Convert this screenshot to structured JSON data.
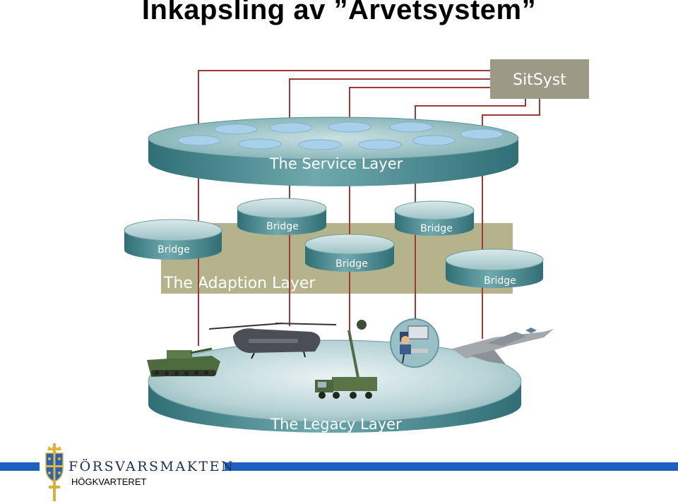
{
  "title": "Inkapsling av ”Arvetsystem”",
  "diagram": {
    "sitsyst_label": "SitSyst",
    "service_layer_label": "The Service Layer",
    "adaption_layer_label": "The Adaption Layer",
    "legacy_layer_label": "The Legacy Layer",
    "bridges": [
      "Bridge",
      "Bridge",
      "Bridge",
      "Bridge",
      "Bridge"
    ]
  },
  "footer": {
    "brand": "FÖRSVARSMAKTEN",
    "subtitle": "HÖGKVARTERET"
  },
  "colors": {
    "accent_blue": "#1f5fbf",
    "platform_teal": "#4d8f95",
    "connector_red": "#9c3a3a",
    "adaption_gray": "#b4b38c",
    "sitsyst_gray": "#9c9a86"
  }
}
